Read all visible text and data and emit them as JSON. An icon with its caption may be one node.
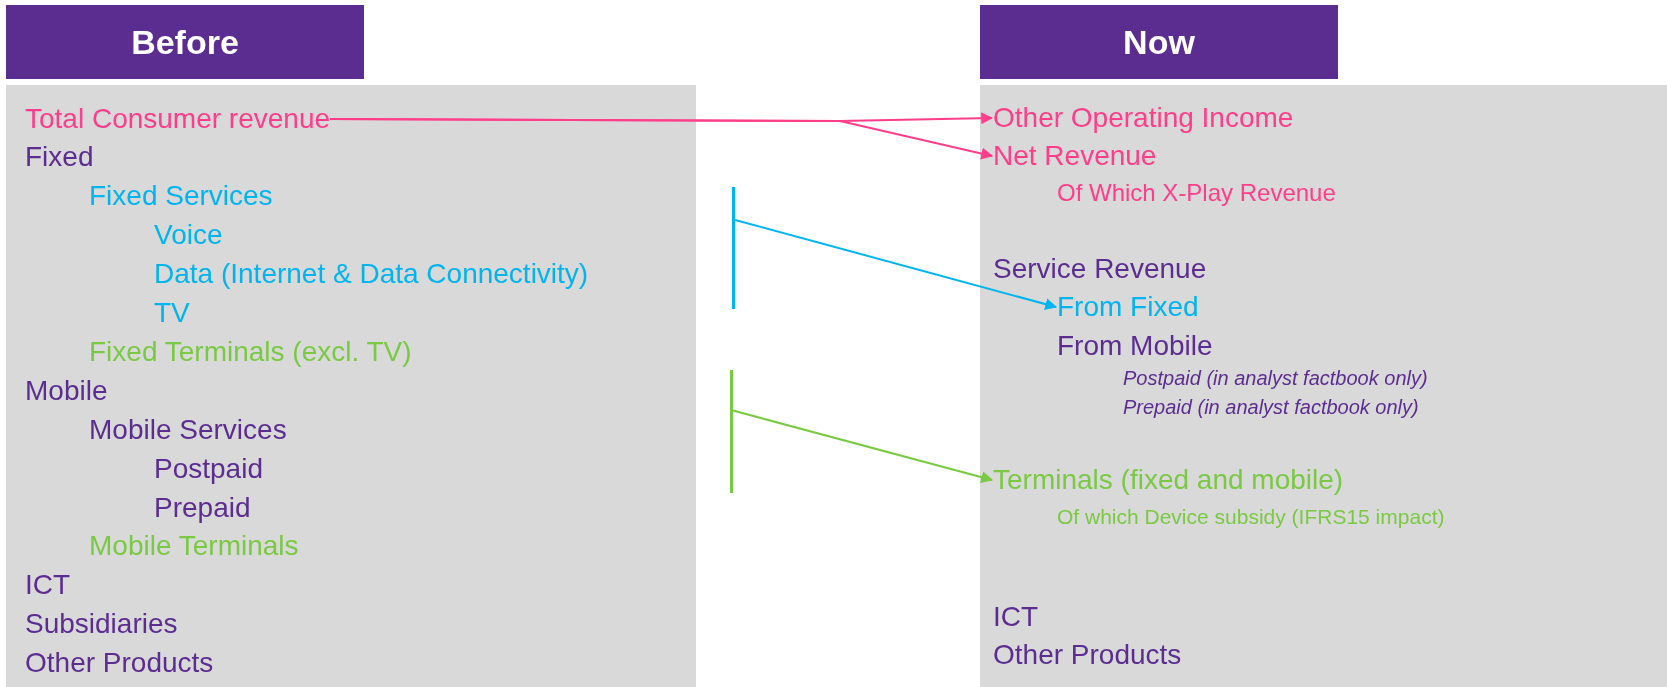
{
  "diagram": {
    "nodes": [
      {
        "text": [
          "Before"
        ]
      },
      {
        "text": [],
        "shape": "box"
      },
      {
        "text": [
          "Total Consumer revenue"
        ],
        "in": 1
      },
      {
        "text": [
          "Fixed"
        ],
        "in": 1
      },
      {
        "text": [
          "Fixed Services"
        ],
        "in": 1
      },
      {
        "text": [
          "Voice"
        ],
        "in": 1
      },
      {
        "text": [
          "Data (Internet & Data Connectivity)"
        ],
        "in": 1
      },
      {
        "text": [
          "TV"
        ],
        "in": 1
      },
      {
        "text": [
          "Fixed Terminals (excl. TV)"
        ],
        "in": 1
      },
      {
        "text": [
          "Mobile"
        ],
        "in": 1
      },
      {
        "text": [
          "Mobile Services"
        ],
        "in": 1
      },
      {
        "text": [
          "Postpaid"
        ],
        "in": 1
      },
      {
        "text": [
          "Prepaid"
        ],
        "in": 1
      },
      {
        "text": [
          "Mobile Terminals"
        ],
        "in": 1
      },
      {
        "text": [
          "ICT"
        ],
        "in": 1
      },
      {
        "text": [
          "Subsidiaries"
        ],
        "in": 1
      },
      {
        "text": [
          "Other Products"
        ],
        "in": 1
      },
      {
        "text": [],
        "shape": "bar"
      },
      {
        "text": [],
        "shape": "bar"
      },
      {
        "text": [
          "Now"
        ]
      },
      {
        "text": [],
        "shape": "box"
      },
      {
        "text": [
          "Other Operating Income"
        ],
        "in": 20
      },
      {
        "text": [
          "Net Revenue"
        ],
        "in": 20
      },
      {
        "text": [
          "Of Which X-Play Revenue"
        ],
        "in": 20
      },
      {
        "text": [
          "Service Revenue"
        ],
        "in": 20
      },
      {
        "text": [
          "From Fixed"
        ],
        "in": 20
      },
      {
        "text": [
          "From Mobile"
        ],
        "in": 20
      },
      {
        "text": [
          "Postpaid (in analyst factbook only)"
        ],
        "in": 20
      },
      {
        "text": [
          "Prepaid (in analyst factbook only)"
        ],
        "in": 20
      },
      {
        "text": [
          "Terminals (fixed and mobile)"
        ],
        "in": 20
      },
      {
        "text": [
          "Of which Device subsidy (IFRS15 impact)"
        ],
        "in": 20
      },
      {
        "text": [
          "ICT"
        ],
        "in": 20
      },
      {
        "text": [
          "Other Products"
        ],
        "in": 20
      }
    ],
    "edges": [
      {
        "from": 2,
        "to": 21,
        "arrow": "to",
        "color": "#ff3d8b"
      },
      {
        "from": 2,
        "to": 22,
        "arrow": "to",
        "color": "#ff3d8b"
      },
      {
        "from": 17,
        "to": 25,
        "arrow": "to",
        "color": "#00b5ef"
      },
      {
        "from": 18,
        "to": 29,
        "arrow": "to",
        "color": "#7ac943"
      }
    ]
  }
}
